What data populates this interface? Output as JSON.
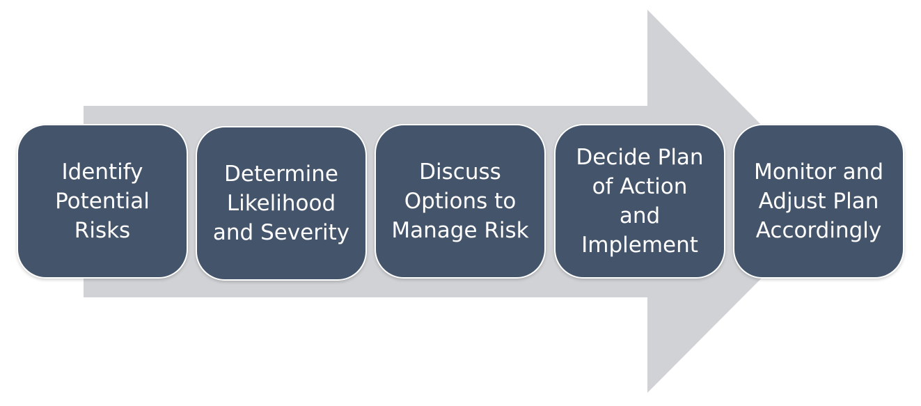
{
  "colors": {
    "arrow": "#d0d2d5",
    "box": "#44546a",
    "text": "#ffffff"
  },
  "steps": [
    {
      "label": "Identify\nPotential\nRisks"
    },
    {
      "label": "Determine\nLikelihood\nand Severity"
    },
    {
      "label": "Discuss\nOptions to\nManage Risk"
    },
    {
      "label": "Decide Plan\nof Action\nand\nImplement"
    },
    {
      "label": "Monitor and\nAdjust Plan\nAccordingly"
    }
  ]
}
